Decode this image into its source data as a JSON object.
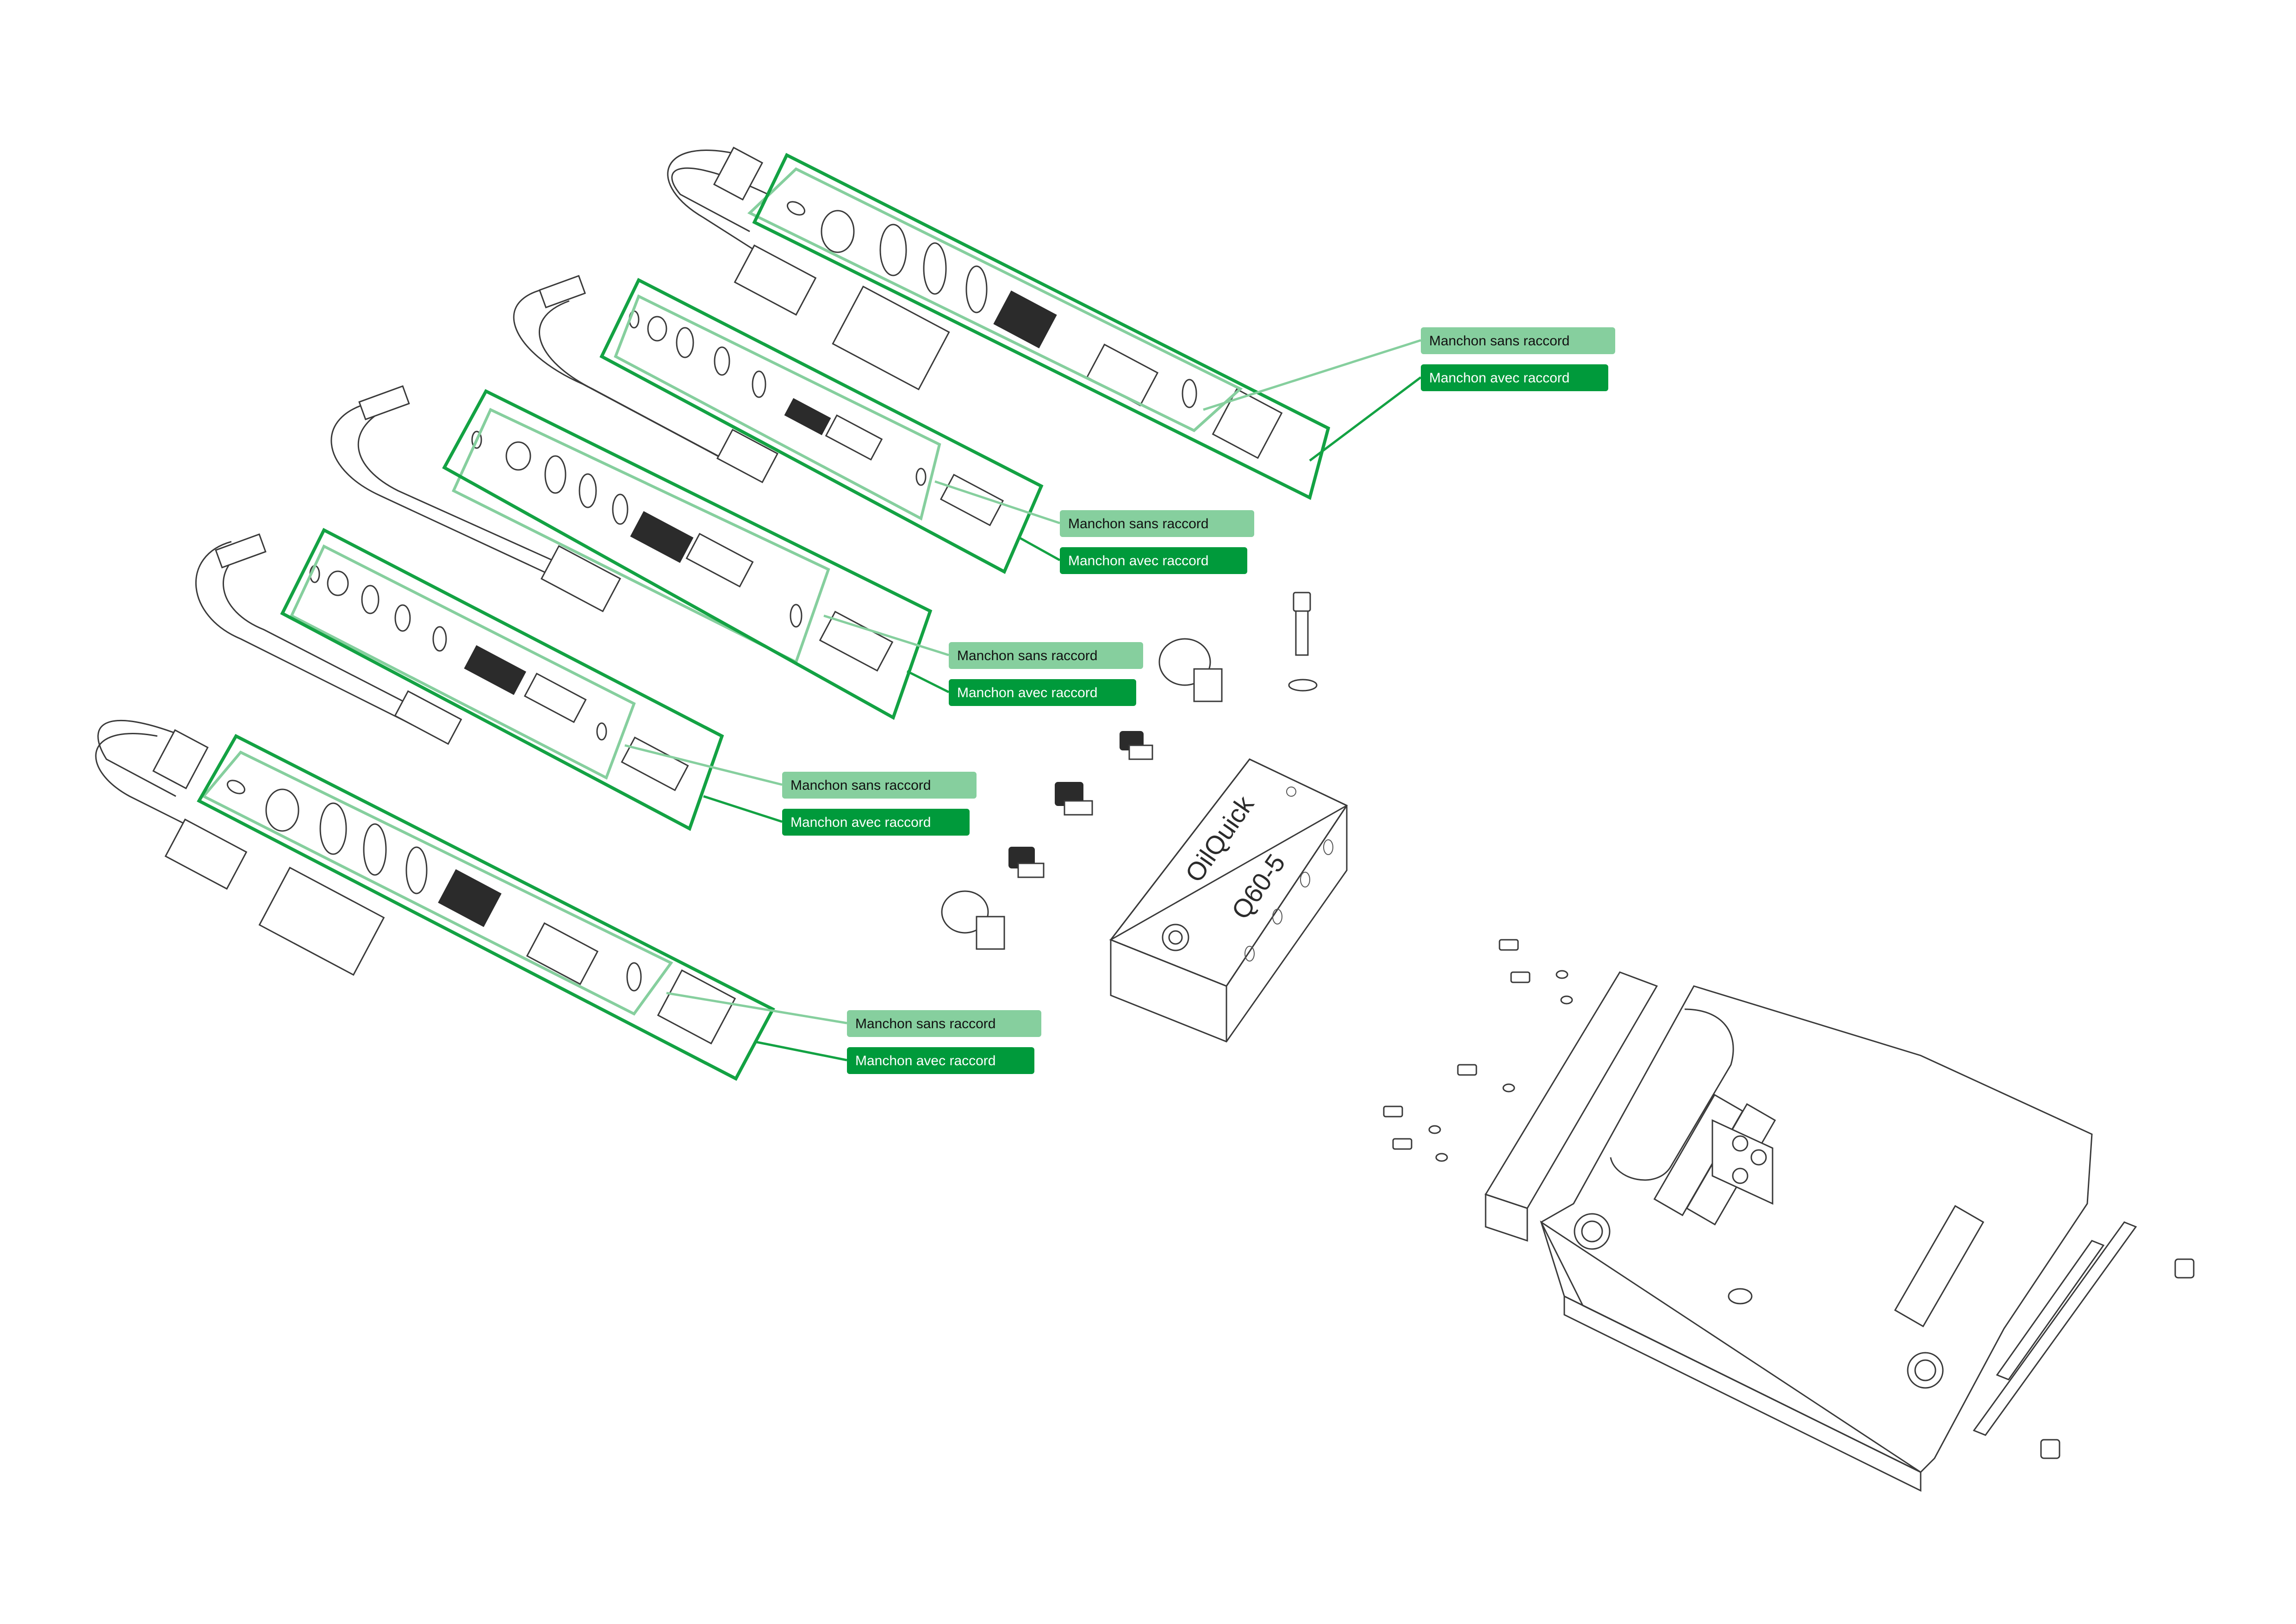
{
  "colors": {
    "accent_dark": "#009a3b",
    "accent_light": "#86cf9e",
    "line": "#3a3a3a"
  },
  "assemblies": [
    {
      "sans_raccord": "Manchon sans raccord",
      "avec_raccord": "Manchon avec raccord"
    },
    {
      "sans_raccord": "Manchon sans raccord",
      "avec_raccord": "Manchon avec raccord"
    },
    {
      "sans_raccord": "Manchon sans raccord",
      "avec_raccord": "Manchon avec raccord"
    },
    {
      "sans_raccord": "Manchon sans raccord",
      "avec_raccord": "Manchon avec raccord"
    },
    {
      "sans_raccord": "Manchon sans raccord",
      "avec_raccord": "Manchon avec raccord"
    }
  ],
  "block": {
    "brand": "OilQuick",
    "model": "Q60-5"
  },
  "icons": [
    "hose-icon",
    "nipple-icon",
    "o-ring-icon",
    "coupler-icon",
    "bolt-icon",
    "distribution-block-icon",
    "quick-coupler-frame-icon"
  ]
}
